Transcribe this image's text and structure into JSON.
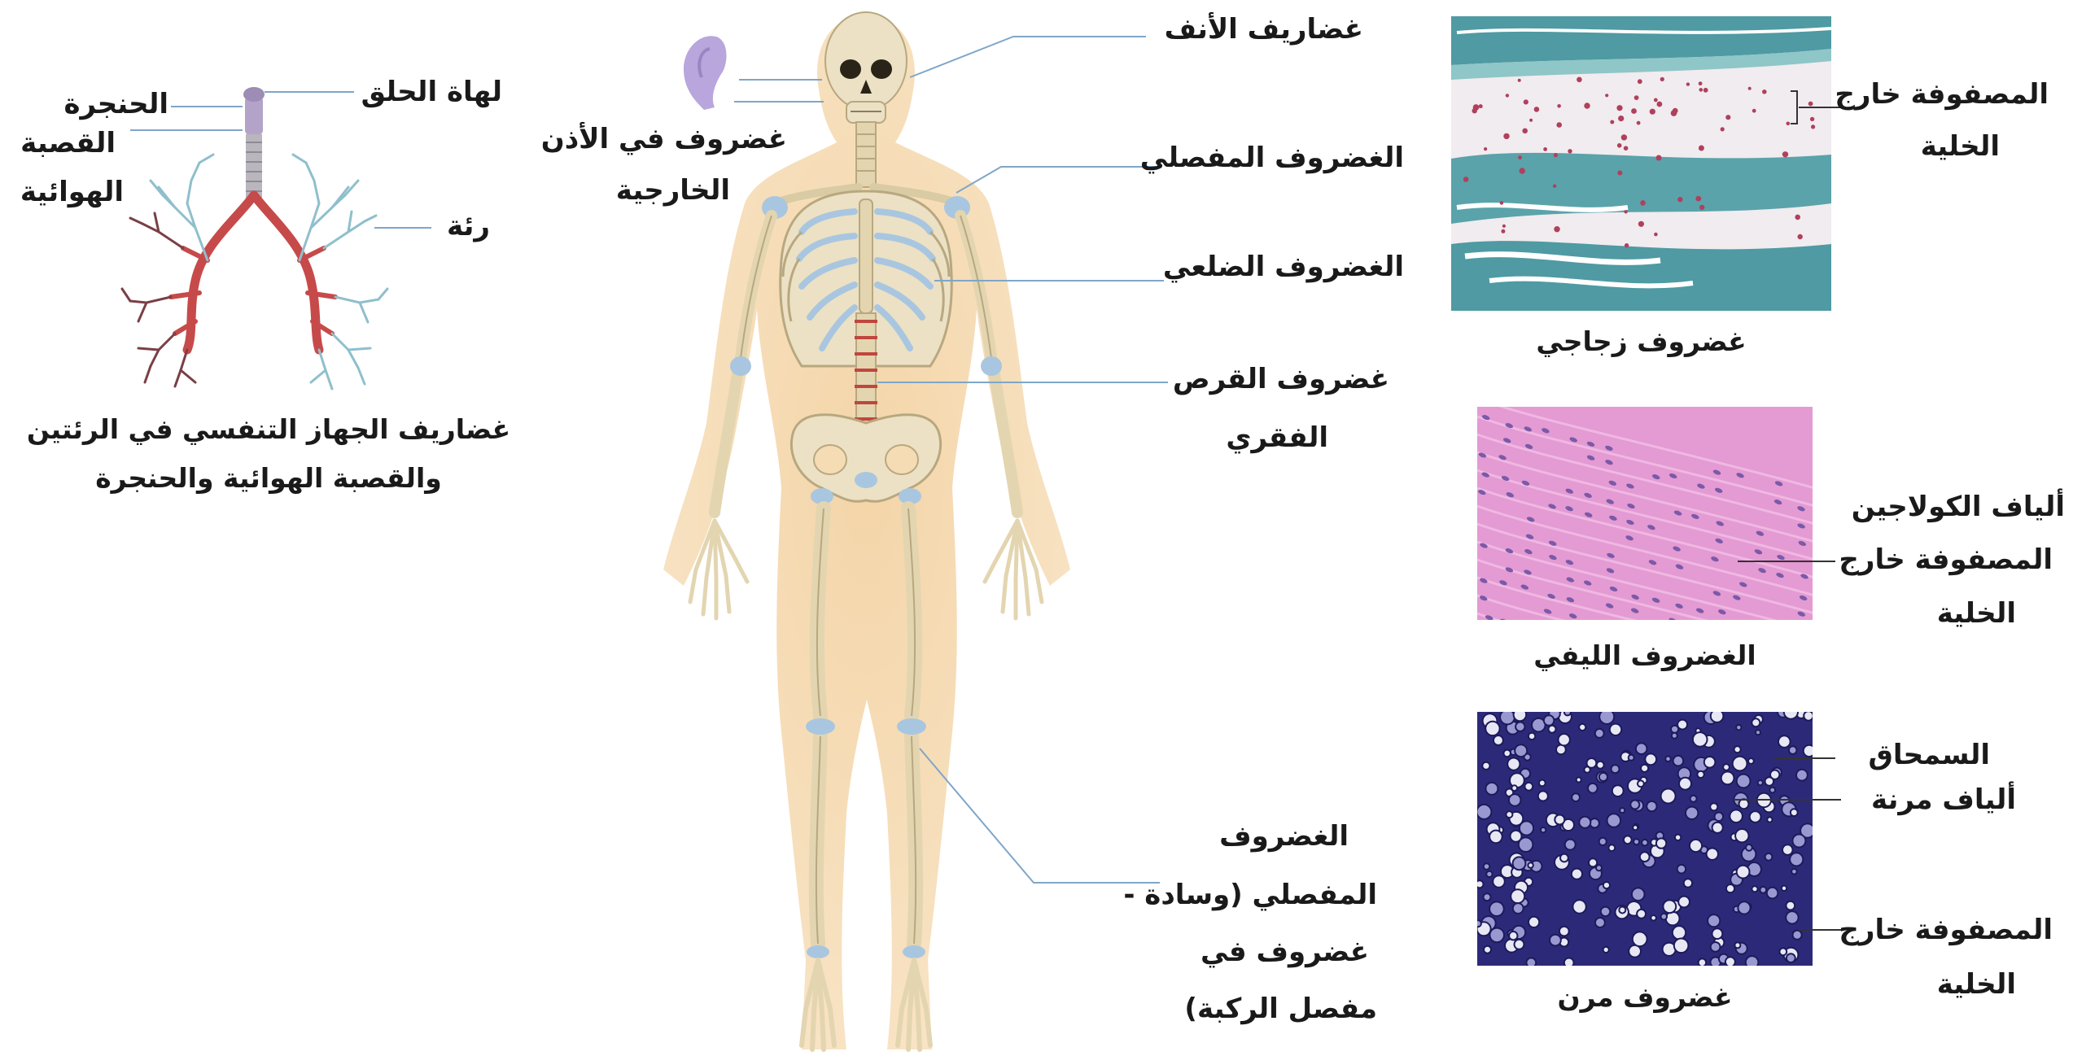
{
  "respiratory": {
    "labels": {
      "epiglottis": "لهاة الحلق",
      "larynx": "الحنجرة",
      "trachea_1": "القصبة",
      "trachea_2": "الهوائية",
      "lung": "رئة"
    },
    "caption_1": "غضاريف الجهاز التنفسي في الرئتين",
    "caption_2": "والقصبة الهوائية والحنجرة"
  },
  "skeleton": {
    "labels": {
      "ear_1": "غضروف في الأذن",
      "ear_2": "الخارجية",
      "nose": "غضاريف الأنف",
      "articular": "الغضروف المفصلي",
      "costal": "الغضروف الضلعي",
      "disc_1": "غضروف القرص",
      "disc_2": "الفقري",
      "knee_1": "الغضروف",
      "knee_2": "المفصلي (وسادة -",
      "knee_3": "غضروف في",
      "knee_4": "مفصل الركبة)"
    }
  },
  "micrographs": {
    "hyaline": {
      "caption": "غضروف زجاجي",
      "matrix_1": "المصفوفة خارج",
      "matrix_2": "الخلية",
      "colors": {
        "matrix": "#f3eef1",
        "band": "#4f9aa3",
        "cells": "#b0405c"
      }
    },
    "fibro": {
      "caption": "الغضروف الليفي",
      "collagen": "ألياف الكولاجين",
      "matrix_1": "المصفوفة خارج",
      "matrix_2": "الخلية",
      "colors": {
        "bg": "#e49ad3",
        "cells": "#7a5aa8"
      }
    },
    "elastic": {
      "caption": "غضروف مرن",
      "perichondrium": "السمحاق",
      "elastic_fibers": "ألياف مرنة",
      "matrix_1": "المصفوفة خارج",
      "matrix_2": "الخلية",
      "colors": {
        "bg": "#2c2a78",
        "cells": "#e8e8f4"
      }
    }
  },
  "colors": {
    "leader": "#7fa6c8",
    "bone": "#ece1c4",
    "body_glow": "#f5dcb4",
    "cartilage_blue": "#a9c6e0",
    "disc_red": "#c0463f",
    "ear": "#b9a6dc",
    "artery": "#c74a4a",
    "bronchi_blue": "#8fbfcc",
    "bronchi_dark": "#7a3f46"
  }
}
